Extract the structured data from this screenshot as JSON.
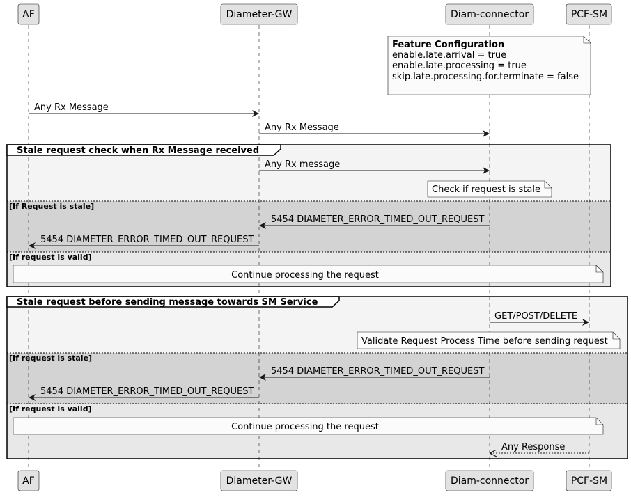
{
  "participants": [
    "AF",
    "Diameter-GW",
    "Diam-connector",
    "PCF-SM"
  ],
  "notes": {
    "config_title": "Feature Configuration",
    "config_lines": [
      "enable.late.arrival = true",
      "enable.late.processing = true",
      "skip.late.processing.for.terminate = false"
    ],
    "check_stale": "Check if request is stale",
    "continue_1": "Continue processing the request",
    "validate": "Validate Request Process Time before sending request",
    "continue_2": "Continue processing the request"
  },
  "messages": {
    "m1": "Any Rx Message",
    "m2": "Any Rx Message",
    "m3": "Any Rx message",
    "m4": "5454 DIAMETER_ERROR_TIMED_OUT_REQUEST",
    "m5": "5454 DIAMETER_ERROR_TIMED_OUT_REQUEST",
    "m6": "GET/POST/DELETE",
    "m7": "5454 DIAMETER_ERROR_TIMED_OUT_REQUEST",
    "m8": "5454 DIAMETER_ERROR_TIMED_OUT_REQUEST",
    "m9": "Any Response"
  },
  "groups": {
    "g1_title": "Stale request check when Rx Message received",
    "g1_guard1": "[If Request is stale]",
    "g1_guard2": "[If request is valid]",
    "g2_title": "Stale request before sending message towards SM Service",
    "g2_guard1": "[If request is stale]",
    "g2_guard2": "[If request is valid]"
  },
  "colors": {
    "group_bg": "#f4f4f4",
    "stale_bg": "#d3d3d3",
    "valid_bg": "#e8e8e8",
    "participant_bg": "#e2e2e2",
    "note_bg": "#fbfbfb"
  }
}
